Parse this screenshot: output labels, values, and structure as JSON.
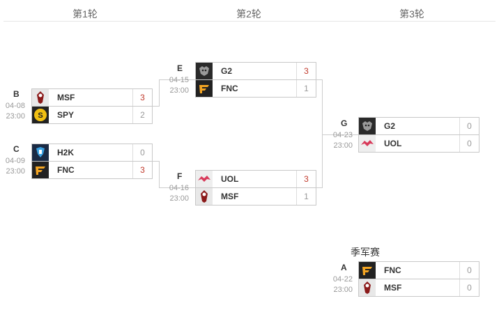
{
  "rounds": [
    "第1轮",
    "第2轮",
    "第3轮"
  ],
  "third_place_title": "季军赛",
  "matches": {
    "B": {
      "label": "B",
      "date": "04-08",
      "time": "23:00",
      "teams": [
        {
          "name": "MSF",
          "score": "3",
          "win": true
        },
        {
          "name": "SPY",
          "score": "2",
          "win": false
        }
      ]
    },
    "C": {
      "label": "C",
      "date": "04-09",
      "time": "23:00",
      "teams": [
        {
          "name": "H2K",
          "score": "0",
          "win": false
        },
        {
          "name": "FNC",
          "score": "3",
          "win": true
        }
      ]
    },
    "E": {
      "label": "E",
      "date": "04-15",
      "time": "23:00",
      "teams": [
        {
          "name": "G2",
          "score": "3",
          "win": true
        },
        {
          "name": "FNC",
          "score": "1",
          "win": false
        }
      ]
    },
    "F": {
      "label": "F",
      "date": "04-16",
      "time": "23:00",
      "teams": [
        {
          "name": "UOL",
          "score": "3",
          "win": true
        },
        {
          "name": "MSF",
          "score": "1",
          "win": false
        }
      ]
    },
    "G": {
      "label": "G",
      "date": "04-23",
      "time": "23:00",
      "teams": [
        {
          "name": "G2",
          "score": "0",
          "win": false
        },
        {
          "name": "UOL",
          "score": "0",
          "win": false
        }
      ]
    },
    "A": {
      "label": "A",
      "date": "04-22",
      "time": "23:00",
      "teams": [
        {
          "name": "FNC",
          "score": "0",
          "win": false
        },
        {
          "name": "MSF",
          "score": "0",
          "win": false
        }
      ]
    }
  },
  "colors": {
    "win_score": "#c0392b",
    "border": "#c8c8c8"
  }
}
